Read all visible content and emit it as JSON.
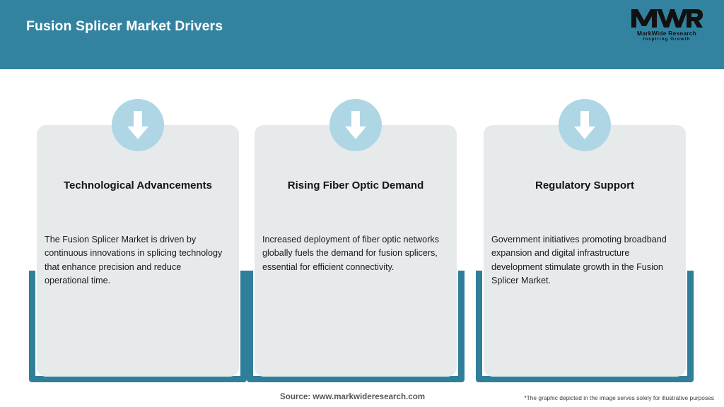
{
  "header": {
    "title": "Fusion Splicer Market Drivers",
    "band_color": "#3383A0",
    "title_color": "#FFFFFF"
  },
  "logo": {
    "monogram": "MWR",
    "name": "MarkWide Research",
    "tagline": "Inspiring Growth"
  },
  "theme": {
    "teal": "#2F7F9B",
    "card_bg": "#E6EAEB",
    "icon_circle": "#AED6E5",
    "arrow": "#FFFFFF",
    "page_bg": "#FFFFFF"
  },
  "cards": [
    {
      "icon": "down-arrow-icon",
      "title": "Technological Advancements",
      "body": "The Fusion Splicer Market is driven by continuous innovations in splicing technology that enhance precision and reduce operational time."
    },
    {
      "icon": "down-arrow-icon",
      "title": "Rising Fiber Optic Demand",
      "body": "Increased deployment of fiber optic networks globally fuels the demand for fusion splicers, essential for efficient connectivity."
    },
    {
      "icon": "down-arrow-icon",
      "title": "Regulatory Support",
      "body": "Government initiatives promoting broadband expansion and digital infrastructure development stimulate growth in the Fusion Splicer Market."
    }
  ],
  "footer": {
    "source": "Source: www.markwideresearch.com",
    "disclaimer": "*The graphic depicted in the image serves solely for illustrative purposes"
  }
}
